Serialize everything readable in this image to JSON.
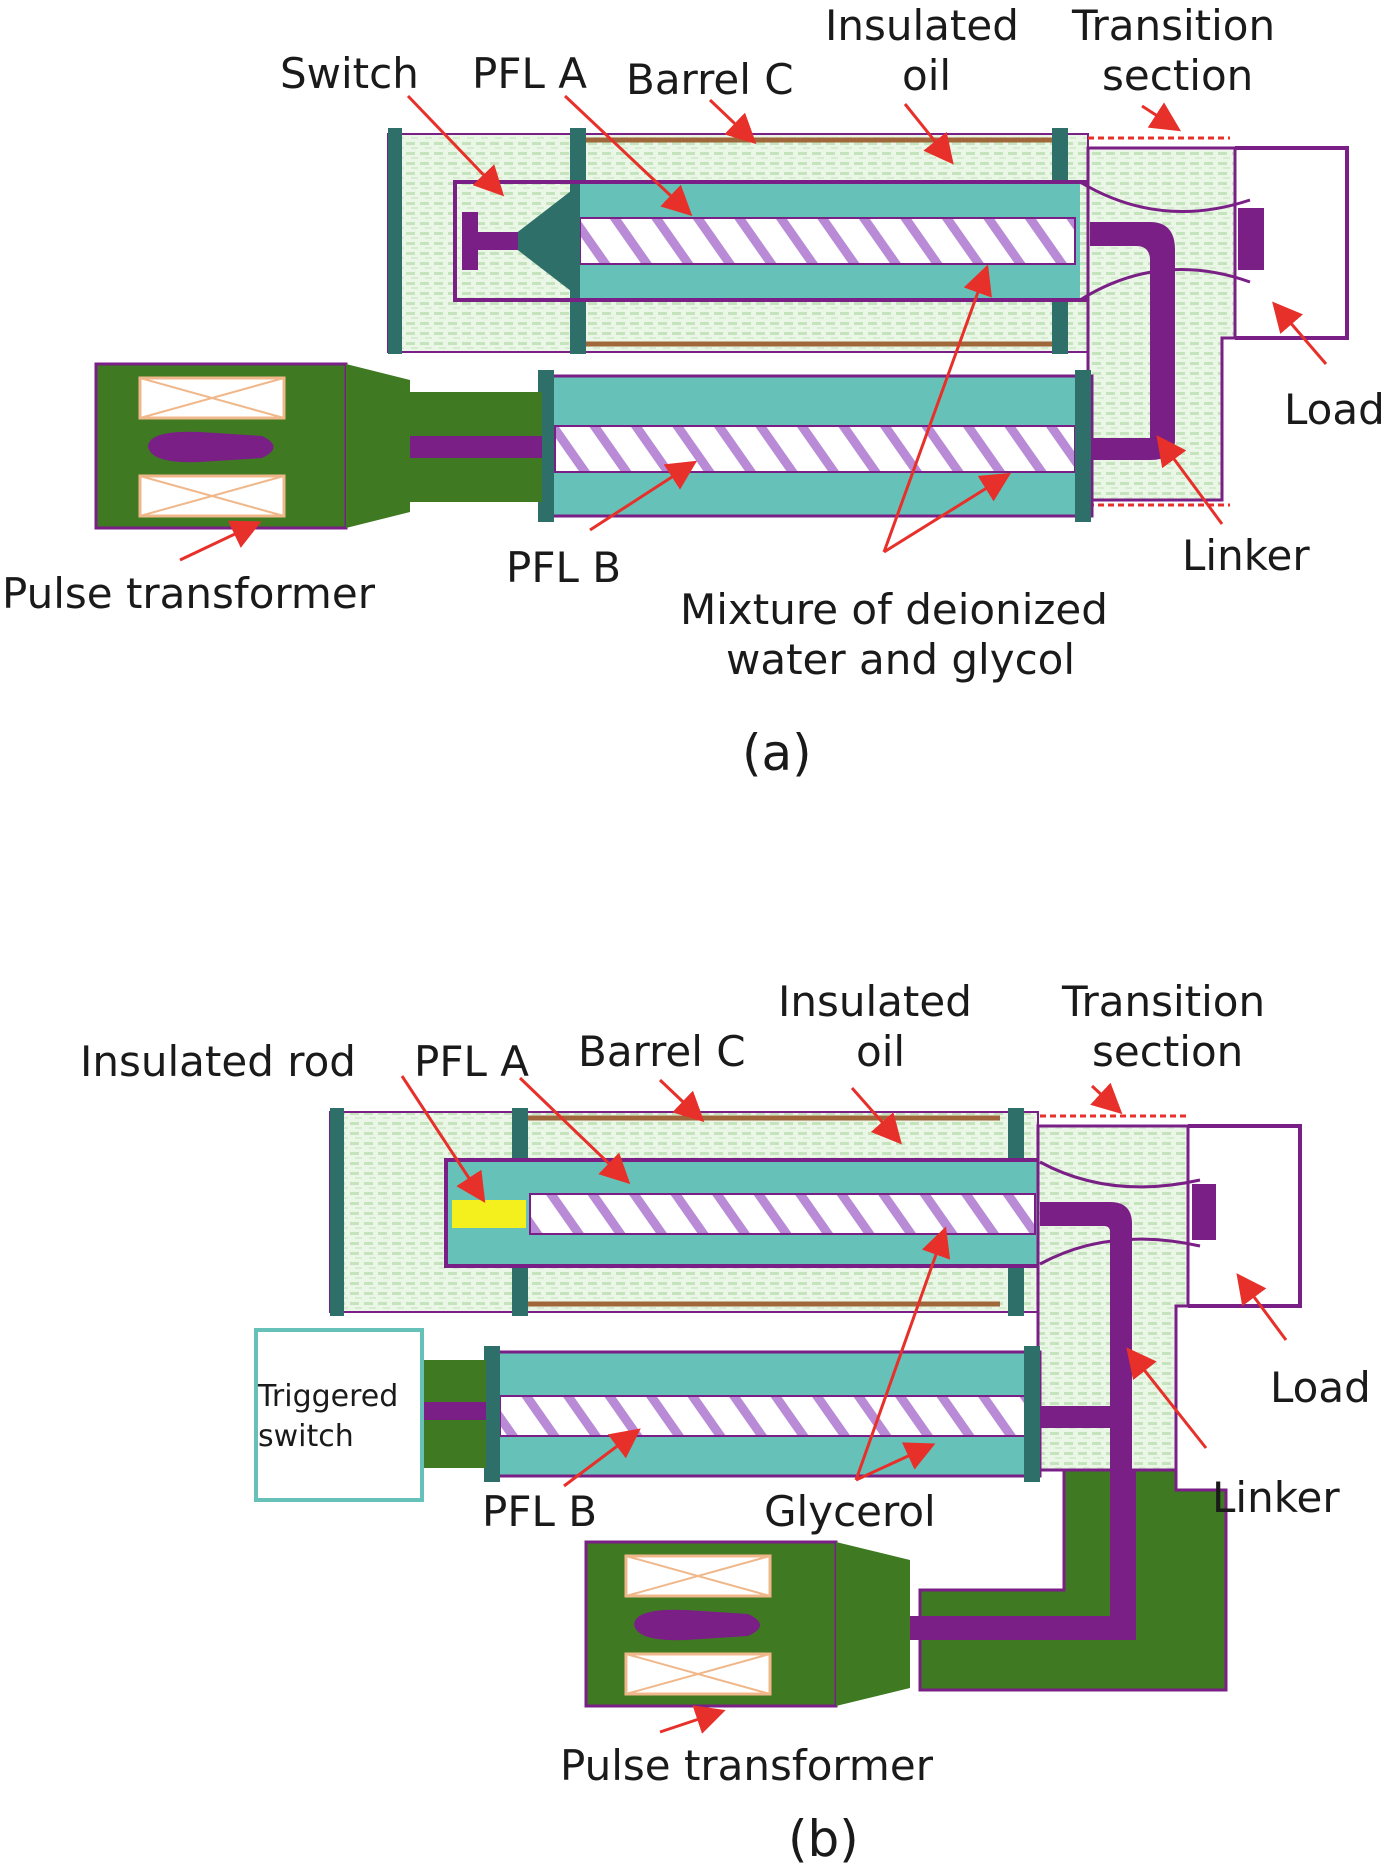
{
  "colors": {
    "teal": "#66c2b8",
    "teal_dark": "#2f6f6a",
    "purple": "#7a1f86",
    "purple_light": "#b98ad6",
    "green": "#3f7a22",
    "mint_texture": "#d9eed6",
    "yellow": "#f4f01d",
    "orange": "#f0b88a",
    "brown": "#a0673b",
    "arrow": "#e8302b"
  },
  "diagram_a": {
    "label_switch": "Switch",
    "label_pfl_a": "PFL A",
    "label_barrel_c": "Barrel C",
    "label_insulated_oil_1": "Insulated",
    "label_insulated_oil_2": "oil",
    "label_transition_1": "Transition",
    "label_transition_2": "section",
    "label_load": "Load",
    "label_linker": "Linker",
    "label_pfl_b": "PFL B",
    "label_pulse_transformer": "Pulse transformer",
    "label_mixture_1": "Mixture of deionized",
    "label_mixture_2": "water and glycol",
    "caption": "(a)"
  },
  "diagram_b": {
    "label_insulated_rod": "Insulated rod",
    "label_pfl_a": "PFL A",
    "label_barrel_c": "Barrel C",
    "label_insulated_oil_1": "Insulated",
    "label_insulated_oil_2": "oil",
    "label_transition_1": "Transition",
    "label_transition_2": "section",
    "label_triggered_switch_1": "Triggered",
    "label_triggered_switch_2": "switch",
    "label_load": "Load",
    "label_linker": "Linker",
    "label_pfl_b": "PFL B",
    "label_glycerol": "Glycerol",
    "label_pulse_transformer": "Pulse transformer",
    "caption": "(b)"
  }
}
